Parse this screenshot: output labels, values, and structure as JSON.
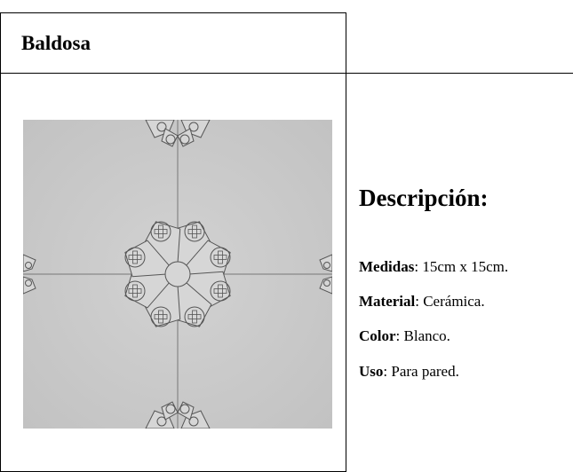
{
  "header": {
    "title": "Baldosa"
  },
  "image": {
    "alt": "tile-pattern",
    "background": "#c9c9c9",
    "line_color": "#555555"
  },
  "description": {
    "title": "Descripción:",
    "specs": [
      {
        "label": "Medidas",
        "value": ": 15cm x 15cm."
      },
      {
        "label": "Material",
        "value": ": Cerámica."
      },
      {
        "label": "Color",
        "value": ": Blanco."
      },
      {
        "label": "Uso",
        "value": ": Para pared."
      }
    ]
  }
}
